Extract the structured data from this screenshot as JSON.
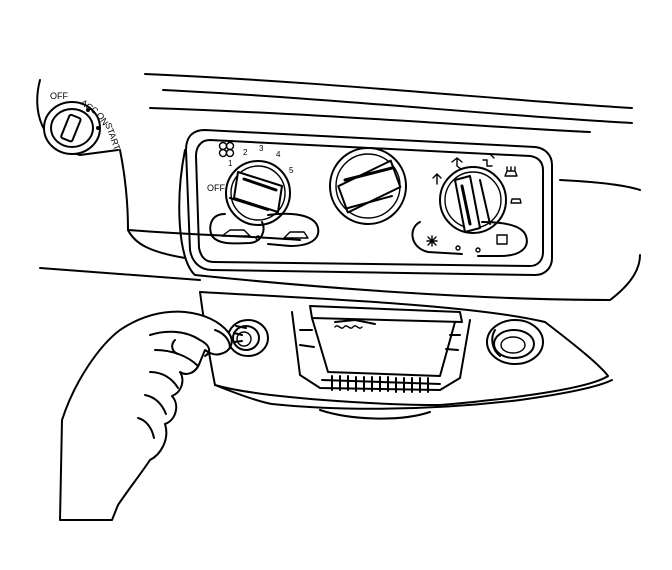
{
  "ignition": {
    "positions": [
      "OFF",
      "ACC",
      "ON",
      "START"
    ]
  },
  "fan_control": {
    "off_label": "OFF",
    "speeds": [
      "1",
      "2",
      "3",
      "4",
      "5"
    ],
    "fan_icon": "fan-icon"
  },
  "temperature_control": {
    "icon": "temperature-knob"
  },
  "mode_control": {
    "icons": [
      "vent-face-icon",
      "bi-level-icon",
      "floor-icon",
      "defrost-icon"
    ]
  },
  "buttons": {
    "left": [
      "recirculate-icon",
      "fresh-air-icon"
    ],
    "right": [
      "ac-snowflake-icon",
      "rear-defog-icon"
    ]
  },
  "lower_console": {
    "items": [
      "cigarette-lighter",
      "ashtray",
      "power-outlet"
    ]
  }
}
